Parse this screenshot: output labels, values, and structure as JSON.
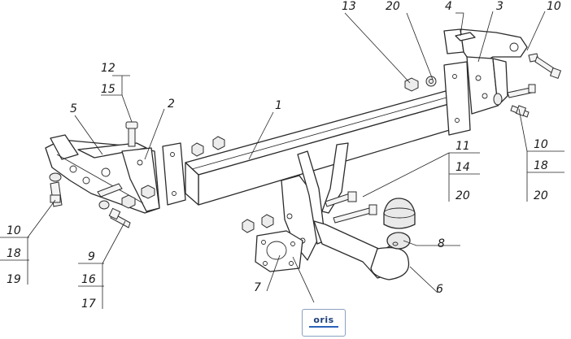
{
  "labels": {
    "l1": "1",
    "l2": "2",
    "l3": "3",
    "l4": "4",
    "l5": "5",
    "l6": "6",
    "l7": "7",
    "l8": "8",
    "l10_top": "10",
    "l13": "13",
    "l20_top": "20",
    "l12": "12",
    "l15": "15",
    "l10_right": "10",
    "l18_right": "18",
    "l20_right": "20",
    "l11": "11",
    "l14": "14",
    "l20_mid": "20",
    "l10_left": "10",
    "l18_left": "18",
    "l19_left": "19",
    "l9": "9",
    "l16": "16",
    "l17": "17"
  },
  "logo": {
    "text": "oris"
  },
  "colors": {
    "line": "#2b2b2b",
    "logo_text": "#1c3f7a",
    "logo_accent": "#2a62b8"
  }
}
